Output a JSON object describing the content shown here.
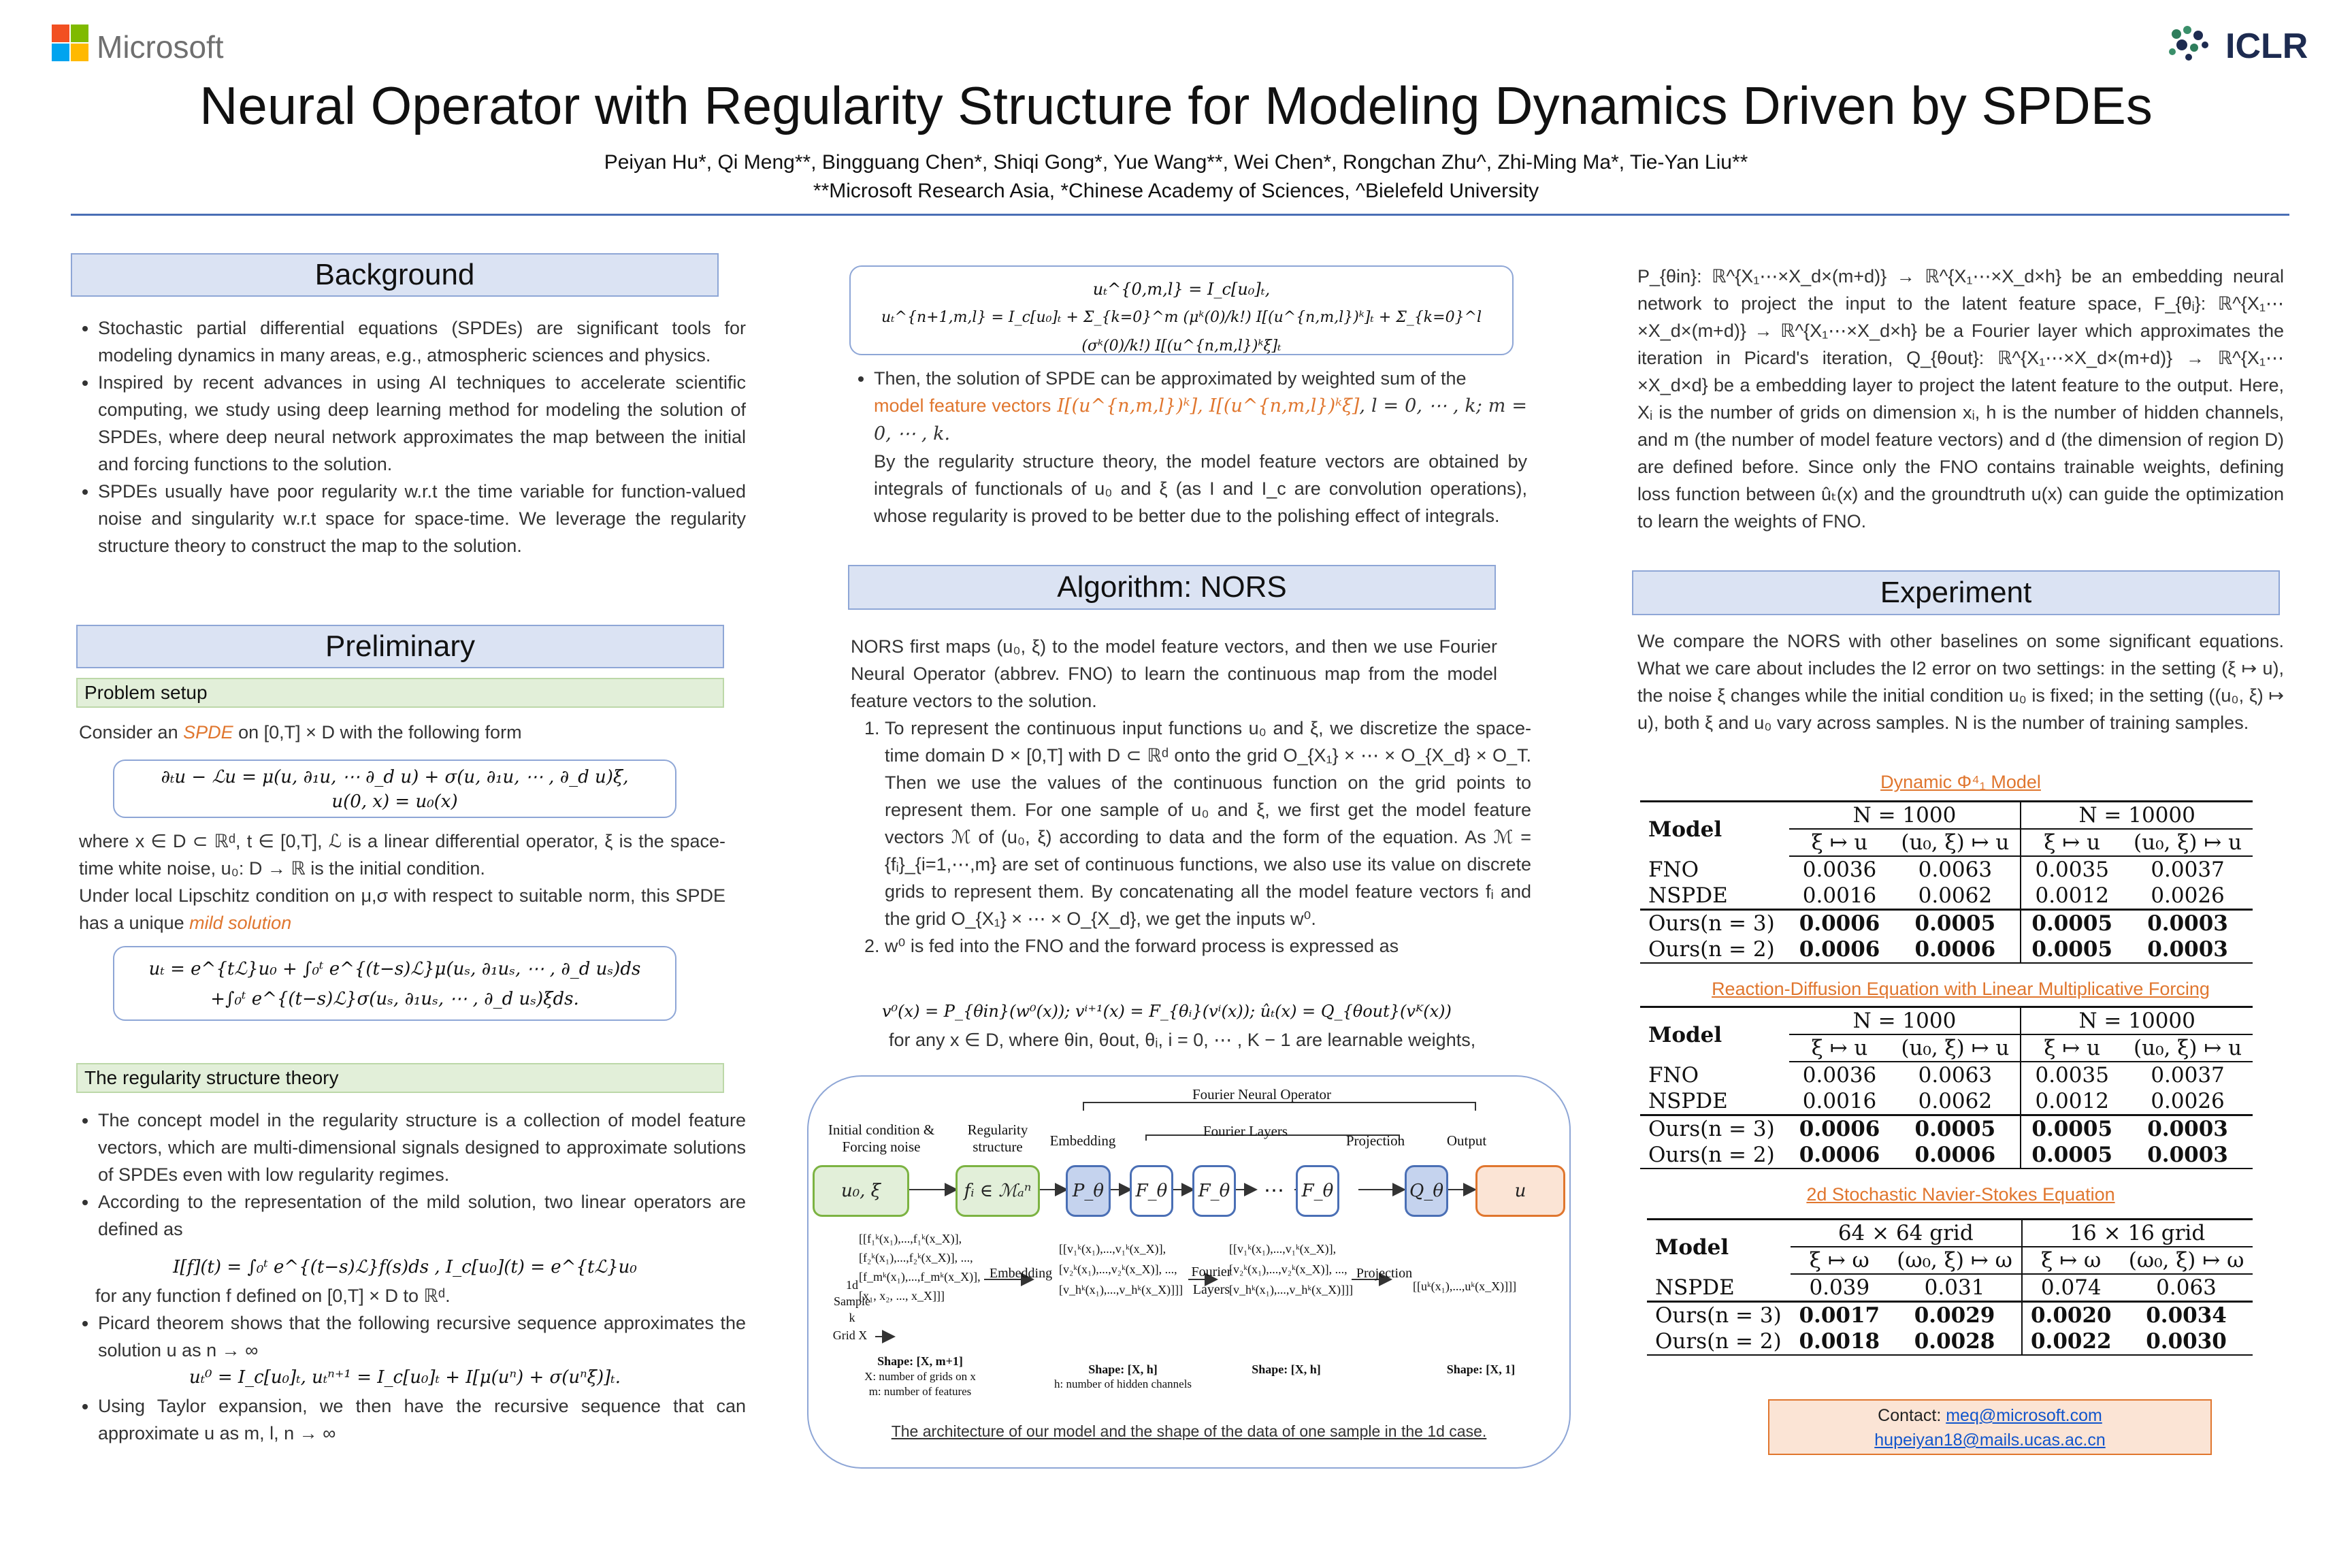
{
  "header": {
    "org": "Microsoft",
    "conf": "ICLR",
    "title": "Neural Operator with Regularity Structure for Modeling Dynamics Driven by SPDEs",
    "authors": "Peiyan Hu*, Qi Meng**, Bingguang Chen*, Shiqi Gong*, Yue Wang**, Wei Chen*, Rongchan Zhu^, Zhi-Ming Ma*, Tie-Yan Liu**",
    "affiliations": "**Microsoft Research Asia, *Chinese Academy of Sciences, ^Bielefeld University"
  },
  "background": {
    "heading": "Background",
    "bullets": [
      "Stochastic partial differential equations (SPDEs) are significant tools for modeling dynamics in many areas, e.g., atmospheric sciences and physics.",
      "Inspired by recent advances in using AI techniques to accelerate scientific computing, we study using deep learning method for modeling the solution of SPDEs, where deep neural network approximates the map between the initial and forcing functions to the solution.",
      "SPDEs usually have poor regularity w.r.t the time variable for function-valued noise and singularity w.r.t space for space-time. We leverage the regularity structure theory to construct the map to the solution."
    ]
  },
  "preliminary": {
    "heading": "Preliminary",
    "problem_setup": "Problem setup",
    "consider_pre": "Consider an ",
    "consider_spde": "SPDE",
    "consider_post": " on [0,T] × D with the following form",
    "eq1_line1": "∂ₜu − ℒu = μ(u, ∂₁u, ⋯ ∂_d u) + σ(u, ∂₁u, ⋯ , ∂_d u)ξ,",
    "eq1_line2": "u(0, x) = u₀(x)",
    "where_text": "where x ∈ D ⊂ ℝᵈ, t ∈ [0,T], ℒ is a linear differential operator, ξ is the space-time white noise, u₀: D → ℝ is the initial condition.",
    "lipschitz_pre": "Under local Lipschitz condition on μ,σ with respect to suitable norm, this SPDE has a unique ",
    "mild": "mild solution",
    "eq2_line1": "uₜ = e^{tℒ}u₀ + ∫₀ᵗ e^{(t−s)ℒ}μ(uₛ, ∂₁uₛ, ⋯ , ∂_d uₛ)ds",
    "eq2_line2": "+∫₀ᵗ e^{(t−s)ℒ}σ(uₛ, ∂₁uₛ, ⋯ , ∂_d uₛ)ξds.",
    "regularity_heading": "The regularity structure theory",
    "reg_b1": "The concept model in the regularity structure is a collection of model feature vectors, which are multi-dimensional signals designed to approximate solutions of SPDEs even with low regularity regimes.",
    "reg_b2": "According to the representation of the mild solution, two linear operators are defined as",
    "eq3": "I[f](t) = ∫₀ᵗ e^{(t−s)ℒ}f(s)ds , I_c[u₀](t) = e^{tℒ}u₀",
    "for_any": "for any function f defined on [0,T] × D to ℝᵈ.",
    "reg_b3": "Picard theorem shows that the following recursive sequence approximates the solution u as n → ∞",
    "eq4": "uₜ⁰ = I_c[u₀]ₜ,    uₜⁿ⁺¹ = I_c[u₀]ₜ + I[μ(uⁿ) + σ(uⁿξ)]ₜ.",
    "reg_b4": "Using Taylor expansion, we then have the recursive sequence that can approximate u as m, l, n → ∞"
  },
  "middle": {
    "eq5_line1": "uₜ^{0,m,l} = I_c[u₀]ₜ,",
    "eq5_line2": "uₜ^{n+1,m,l} = I_c[u₀]ₜ + Σ_{k=0}^m (μᵏ(0)/k!) I[(u^{n,m,l})ᵏ]ₜ + Σ_{k=0}^l (σᵏ(0)/k!) I[(u^{n,m,l})ᵏξ]ₜ",
    "then_pre": "Then, the solution of SPDE can be approximated by weighted sum of the",
    "mfv": "model feature vectors",
    "mfv_math": " I[(u^{n,m,l})ᵏ], I[(u^{n,m,l})ᵏξ]",
    "mfv_range": ", l = 0, ⋯ , k; m = 0, ⋯ , k.",
    "then_post": "By the regularity structure theory, the model feature vectors are obtained by integrals of functionals of u₀ and ξ (as I and I_c are convolution operations), whose regularity is proved to be better due to the polishing effect of integrals.",
    "algo_heading": "Algorithm: NORS",
    "algo_intro": "NORS first maps (u₀, ξ) to the model feature vectors, and then we use Fourier Neural Operator (abbrev. FNO) to learn the continuous map from the model feature vectors to the solution.",
    "step1": "To represent the continuous input functions u₀ and ξ, we discretize the space-time domain D × [0,T] with D ⊂ ℝᵈ onto the grid O_{X₁} × ⋯ × O_{X_d} × O_T. Then we use the values of the continuous function on the grid points to represent them. For one sample of u₀ and ξ, we first get the model feature vectors ℳ of (u₀, ξ) according to data and the form of the equation. As ℳ = {fᵢ}_{i=1,⋯,m} are set of continuous functions, we also use its value on discrete grids to represent them. By concatenating all the model feature vectors fᵢ and the grid O_{X₁} × ⋯ × O_{X_d}, we get the inputs w⁰.",
    "step2": "w⁰ is fed into the FNO and the forward process is expressed as",
    "eq6": "v⁰(x) = P_{θin}(w⁰(x));   vⁱ⁺¹(x) = F_{θᵢ}(vⁱ(x));   ûₜ(x) = Q_{θout}(vᴷ(x))",
    "step2_post": "for any x ∈ D, where θin, θout, θᵢ, i = 0, ⋯ , K − 1 are learnable weights,"
  },
  "diagram": {
    "fno": "Fourier Neural Operator",
    "fourier_layers": "Fourier Layers",
    "col_init": "Initial condition & Forcing noise",
    "col_reg": "Regularity structure",
    "col_emb": "Embedding",
    "col_proj": "Projection",
    "col_out": "Output",
    "box_in": "u₀, ξ",
    "box_reg": "fᵢ ∈ ℳₐⁿ",
    "box_p": "P_θ",
    "box_f1": "F_θ",
    "box_f2": "F_θ",
    "box_dots": "⋯",
    "box_f3": "F_θ",
    "box_q": "Q_θ",
    "box_u": "u",
    "mat1": "[[f₁ᵏ(x₁),...,f₁ᵏ(x_X)], [f₂ᵏ(x₁),...,f₂ᵏ(x_X)], ..., [f_mᵏ(x₁),...,f_mᵏ(x_X)], [x₁, x₂, ..., x_X]]]",
    "sample_k": "1d Sample k",
    "grid_x": "Grid X",
    "arrow_emb": "Embedding",
    "mat2": "[[v₁ᵏ(x₁),...,v₁ᵏ(x_X)], [v₂ᵏ(x₁),...,v₂ᵏ(x_X)], ..., [v_hᵏ(x₁),...,v_hᵏ(x_X)]]]",
    "arrow_fl": "Fourier Layers",
    "mat3": "[[v₁ᵏ(x₁),...,v₁ᵏ(x_X)], [v₂ᵏ(x₁),...,v₂ᵏ(x_X)], ..., [v_hᵏ(x₁),...,v_hᵏ(x_X)]]]",
    "arrow_proj": "Projection",
    "mat4": "[[uᵏ(x₁),...,uᵏ(x_X)]]]",
    "shape1": "Shape: [X, m+1]",
    "shape1_note": "X: number of grids on x  m: number of features",
    "shape2": "Shape: [X, h]",
    "shape2_note": "h: number of hidden channels",
    "shape3": "Shape: [X, h]",
    "shape4": "Shape: [X, 1]",
    "caption": "The architecture of our model and the shape of the data of one sample in the 1d case."
  },
  "right": {
    "p1": "P_{θin}: ℝ^{X₁⋯×X_d×(m+d)} → ℝ^{X₁⋯×X_d×h} be an embedding neural network to project the input to the latent feature space, F_{θᵢ}: ℝ^{X₁⋯×X_d×(m+d)} → ℝ^{X₁⋯×X_d×h} be a Fourier layer which approximates the iteration in Picard's iteration, Q_{θout}: ℝ^{X₁⋯×X_d×(m+d)} → ℝ^{X₁⋯×X_d×d} be a embedding layer to project the latent feature to the output. Here, Xᵢ is the number of grids on dimension xᵢ, h is the number of hidden channels, and m (the number of model feature vectors) and d (the dimension of region D) are defined before. Since only the FNO contains trainable weights, defining loss function between ûₜ(x) and the groundtruth u(x) can guide the optimization to learn the weights of FNO.",
    "exp_heading": "Experiment",
    "exp_text": "We compare the NORS with other baselines on some significant equations. What we care about includes the l2 error on two settings: in the setting (ξ ↦ u), the noise ξ changes while the initial condition u₀ is fixed; in the setting ((u₀, ξ) ↦ u), both ξ and u₀ vary across samples. N is the number of training samples."
  },
  "tables": [
    {
      "title": "Dynamic Φ⁴₁ Model",
      "groups": [
        "N = 1000",
        "N = 10000"
      ],
      "cols": [
        "ξ ↦ u",
        "(u₀, ξ) ↦ u",
        "ξ ↦ u",
        "(u₀, ξ) ↦ u"
      ],
      "rows": [
        {
          "name": "FNO",
          "vals": [
            "0.0036",
            "0.0063",
            "0.0035",
            "0.0037"
          ],
          "bold": false
        },
        {
          "name": "NSPDE",
          "vals": [
            "0.0016",
            "0.0062",
            "0.0012",
            "0.0026"
          ],
          "bold": false
        },
        {
          "name": "Ours(n = 3)",
          "vals": [
            "0.0006",
            "0.0005",
            "0.0005",
            "0.0003"
          ],
          "bold": true
        },
        {
          "name": "Ours(n = 2)",
          "vals": [
            "0.0006",
            "0.0006",
            "0.0005",
            "0.0003"
          ],
          "bold": true
        }
      ]
    },
    {
      "title": "Reaction-Diffusion Equation with Linear Multiplicative Forcing",
      "groups": [
        "N = 1000",
        "N = 10000"
      ],
      "cols": [
        "ξ ↦ u",
        "(u₀, ξ) ↦ u",
        "ξ ↦ u",
        "(u₀, ξ) ↦ u"
      ],
      "rows": [
        {
          "name": "FNO",
          "vals": [
            "0.0036",
            "0.0063",
            "0.0035",
            "0.0037"
          ],
          "bold": false
        },
        {
          "name": "NSPDE",
          "vals": [
            "0.0016",
            "0.0062",
            "0.0012",
            "0.0026"
          ],
          "bold": false
        },
        {
          "name": "Ours(n = 3)",
          "vals": [
            "0.0006",
            "0.0005",
            "0.0005",
            "0.0003"
          ],
          "bold": true
        },
        {
          "name": "Ours(n = 2)",
          "vals": [
            "0.0006",
            "0.0006",
            "0.0005",
            "0.0003"
          ],
          "bold": true
        }
      ]
    },
    {
      "title": "2d Stochastic Navier-Stokes Equation",
      "groups": [
        "64 × 64 grid",
        "16 × 16 grid"
      ],
      "cols": [
        "ξ ↦ ω",
        "(ω₀, ξ) ↦ ω",
        "ξ ↦ ω",
        "(ω₀, ξ) ↦ ω"
      ],
      "rows": [
        {
          "name": "NSPDE",
          "vals": [
            "0.039",
            "0.031",
            "0.074",
            "0.063"
          ],
          "bold": false
        },
        {
          "name": "Ours(n = 3)",
          "vals": [
            "0.0017",
            "0.0029",
            "0.0020",
            "0.0034"
          ],
          "bold": true
        },
        {
          "name": "Ours(n = 2)",
          "vals": [
            "0.0018",
            "0.0028",
            "0.0022",
            "0.0030"
          ],
          "bold": true
        }
      ]
    }
  ],
  "table_header_model": "Model",
  "contact": {
    "label": "Contact: ",
    "email1": "meq@microsoft.com",
    "email2": "hupeiyan18@mails.ucas.ac.cn"
  },
  "colors": {
    "accent": "#4a6fb5",
    "section_fill": "#dbe3f3",
    "sub_fill": "#e2efd9",
    "orange": "#e0762e"
  }
}
